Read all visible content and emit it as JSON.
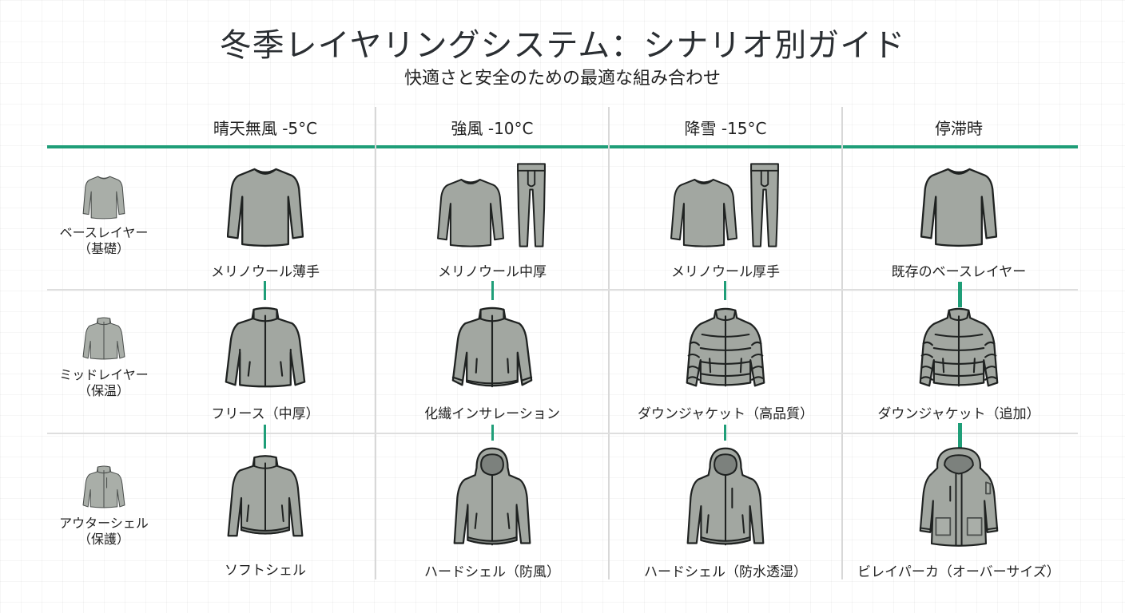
{
  "title": "冬季レイヤリングシステム：シナリオ別ガイド",
  "subtitle": "快適さと安全のための最適な組み合わせ",
  "colors": {
    "accent": "#1f9e78",
    "garment_fill": "#a2a7a1",
    "outline": "#1f2221",
    "divider": "#d8d8d8"
  },
  "scenarios": [
    {
      "label": "晴天無風 -5°C"
    },
    {
      "label": "強風 -10°C"
    },
    {
      "label": "降雪 -15°C"
    },
    {
      "label": "停滞時"
    }
  ],
  "layers": [
    {
      "name": "ベースレイヤー",
      "sub": "（基礎）",
      "icon": "long-sleeve-shirt-icon"
    },
    {
      "name": "ミッドレイヤー",
      "sub": "（保温）",
      "icon": "zip-jacket-icon"
    },
    {
      "name": "アウターシェル",
      "sub": "（保護）",
      "icon": "shell-jacket-icon"
    }
  ],
  "grid": {
    "base": [
      {
        "label": "メリノウール薄手",
        "icons": [
          "long-sleeve-shirt-icon"
        ]
      },
      {
        "label": "メリノウール中厚",
        "icons": [
          "long-sleeve-shirt-icon",
          "leggings-icon"
        ]
      },
      {
        "label": "メリノウール厚手",
        "icons": [
          "long-sleeve-shirt-icon",
          "leggings-icon"
        ]
      },
      {
        "label": "既存のベースレイヤー",
        "icons": [
          "long-sleeve-shirt-icon"
        ]
      }
    ],
    "mid": [
      {
        "label": "フリース（中厚）",
        "icons": [
          "fleece-jacket-icon"
        ]
      },
      {
        "label": "化繊インサレーション",
        "icons": [
          "synthetic-insulated-jacket-icon"
        ]
      },
      {
        "label": "ダウンジャケット（高品質）",
        "icons": [
          "down-jacket-icon"
        ]
      },
      {
        "label": "ダウンジャケット（追加）",
        "icons": [
          "down-jacket-icon"
        ]
      }
    ],
    "outer": [
      {
        "label": "ソフトシェル",
        "icons": [
          "softshell-jacket-icon"
        ]
      },
      {
        "label": "ハードシェル（防風）",
        "icons": [
          "hooded-hardshell-icon"
        ]
      },
      {
        "label": "ハードシェル（防水透湿）",
        "icons": [
          "hooded-hardshell-icon"
        ]
      },
      {
        "label": "ビレイパーカ（オーバーサイズ）",
        "icons": [
          "belay-parka-icon"
        ]
      }
    ]
  }
}
